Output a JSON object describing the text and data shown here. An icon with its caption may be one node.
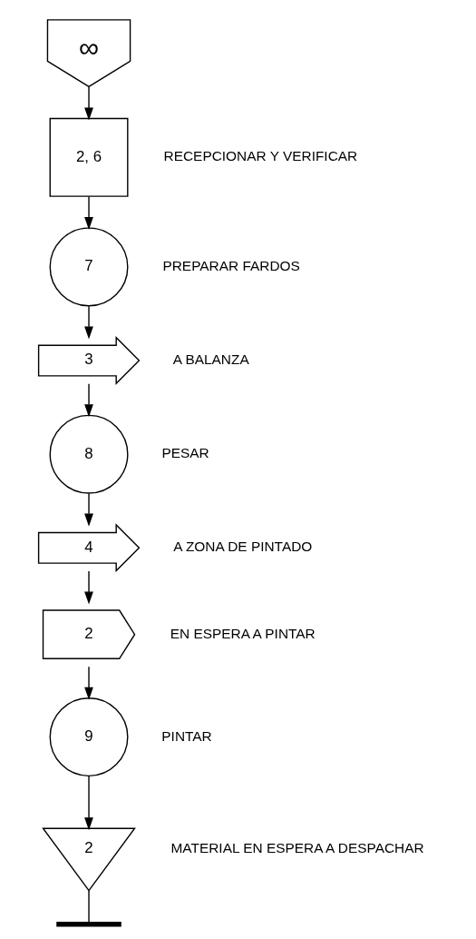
{
  "diagram": {
    "nodes": [
      {
        "text": [
          "∞"
        ]
      },
      {
        "text": [
          "2, 6"
        ],
        "beside": [
          "RECEPCIONAR Y VERIFICAR"
        ]
      },
      {
        "text": [
          "7"
        ],
        "beside": [
          "PREPARAR FARDOS"
        ]
      },
      {
        "text": [
          "3"
        ],
        "beside": [
          "A BALANZA"
        ]
      },
      {
        "text": [
          "8"
        ],
        "beside": [
          "PESAR"
        ]
      },
      {
        "text": [
          "4"
        ],
        "beside": [
          "A ZONA DE PINTADO"
        ]
      },
      {
        "text": [
          "2"
        ],
        "beside": [
          "EN ESPERA A PINTAR"
        ]
      },
      {
        "text": [
          "9"
        ],
        "beside": [
          "PINTAR"
        ]
      },
      {
        "text": [
          "2"
        ],
        "beside": [
          "MATERIAL EN ESPERA A DESPACHAR"
        ]
      },
      {
        "text": [],
        "shape": "bar"
      }
    ],
    "edges": [
      {
        "from": 0,
        "to": 1,
        "arrow": "to"
      },
      {
        "from": 1,
        "to": 2,
        "arrow": "to"
      },
      {
        "from": 2,
        "to": 3,
        "arrow": "to"
      },
      {
        "from": 3,
        "to": 4,
        "arrow": "to"
      },
      {
        "from": 4,
        "to": 5,
        "arrow": "to"
      },
      {
        "from": 5,
        "to": 6,
        "arrow": "to"
      },
      {
        "from": 6,
        "to": 7,
        "arrow": "to"
      },
      {
        "from": 7,
        "to": 8,
        "arrow": "to"
      },
      {
        "from": 8,
        "to": 9,
        "arrow": "none"
      }
    ]
  }
}
